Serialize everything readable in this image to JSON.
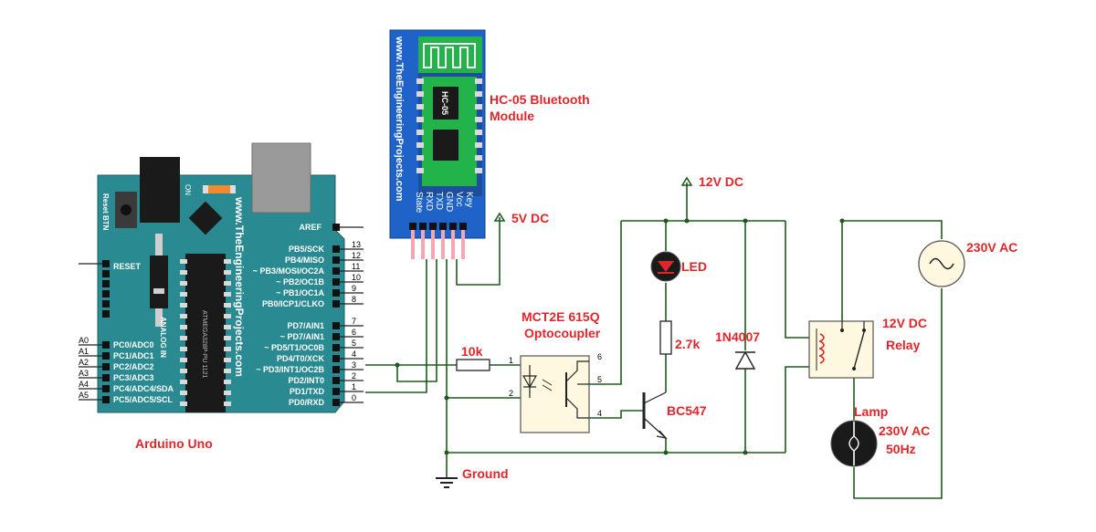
{
  "labels": {
    "hc05_title_line1": "HC-05 Bluetooth",
    "hc05_title_line2": "Module",
    "hc05_chip": "HC-05",
    "hc05_side_text": "www.TheEngineeringProjects.com",
    "hc05_pins": [
      "Key",
      "Vcc",
      "GND",
      "TXD",
      "RXD",
      "State"
    ],
    "supply_5v": "5V DC",
    "supply_12v": "12V DC",
    "led": "LED",
    "resistor_10k": "10k",
    "resistor_2k7": "2.7k",
    "diode": "1N4007",
    "opto_line1": "MCT2E 615Q",
    "opto_line2": "Optocoupler",
    "transistor": "BC547",
    "relay_line1": "12V DC",
    "relay_line2": "Relay",
    "ac_source": "230V AC",
    "lamp_line1": "Lamp",
    "lamp_line2": "230V AC",
    "lamp_line3": "50Hz",
    "ground": "Ground",
    "arduino_name": "Arduino Uno",
    "arduino_side_text": "www.TheEngineeringProjects.com",
    "arduino_reset_btn": "Reset BTN",
    "arduino_on": "ON",
    "arduino_analog": "ANALOG IN",
    "arduino_aref": "AREF",
    "arduino_reset": "RESET",
    "opto_pins": [
      "1",
      "2",
      "4",
      "5",
      "6"
    ]
  },
  "arduino": {
    "digital_pins": [
      {
        "name": "PB5/SCK",
        "num": "13"
      },
      {
        "name": "PB4/MISO",
        "num": "12"
      },
      {
        "name": "~ PB3/MOSI/OC2A",
        "num": "11"
      },
      {
        "name": "~ PB2/OC1B",
        "num": "10"
      },
      {
        "name": "~ PB1/OC1A",
        "num": "9"
      },
      {
        "name": "PB0/ICP1/CLKO",
        "num": "8"
      },
      {
        "name": "PD7/AIN1",
        "num": "7"
      },
      {
        "name": "~ PD7/AIN1",
        "num": "6"
      },
      {
        "name": "~ PD5/T1/OC0B",
        "num": "5"
      },
      {
        "name": "PD4/T0/XCK",
        "num": "4"
      },
      {
        "name": "~ PD3/INT1/OC2B",
        "num": "3"
      },
      {
        "name": "PD2/INT0",
        "num": "2"
      },
      {
        "name": "PD1/TXD",
        "num": "1"
      },
      {
        "name": "PD0/RXD",
        "num": "0"
      }
    ],
    "analog_pins": [
      {
        "name": "PC0/ADC0",
        "num": "A0"
      },
      {
        "name": "PC1/ADC1",
        "num": "A1"
      },
      {
        "name": "PC2/ADC2",
        "num": "A2"
      },
      {
        "name": "PC3/ADC3",
        "num": "A3"
      },
      {
        "name": "PC4/ADC4/SDA",
        "num": "A4"
      },
      {
        "name": "PC5/ADC5/SCL",
        "num": "A5"
      }
    ],
    "ic_text": "ATMEGA328P-PU 1121"
  },
  "colors": {
    "arduino_board": "#2a8a92",
    "bluetooth_board": "#1f63c9",
    "wire": "#1d5c1d",
    "label_red": "#e0262b"
  }
}
